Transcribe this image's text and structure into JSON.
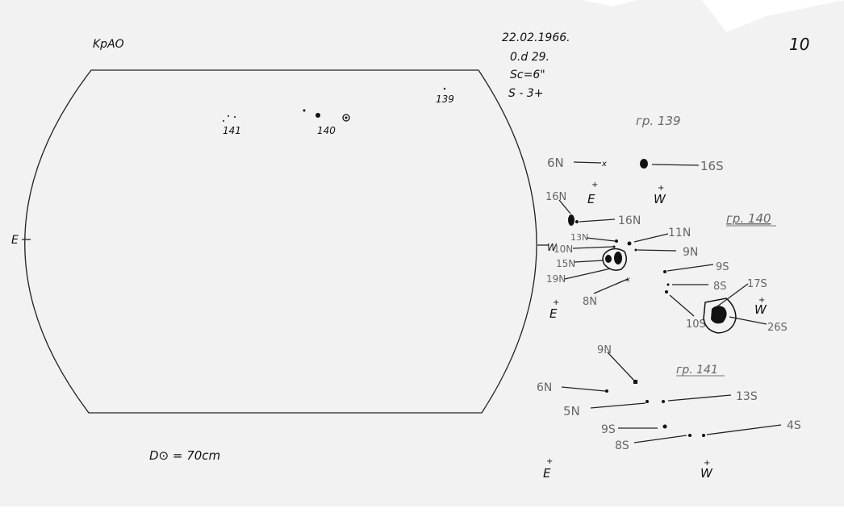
{
  "header": {
    "observatory": "KpAO",
    "date": "22.02.1966.",
    "time": "0.d 29.",
    "seeing": "Sc=6\"",
    "scale": "S - 3+",
    "sheet_number": "10"
  },
  "disk": {
    "east_label": "E",
    "west_label": "W",
    "diameter_note": "D⊙ = 70cm",
    "groups_on_disk": [
      "141",
      "140",
      "139"
    ]
  },
  "group_139": {
    "title": "гр. 139",
    "labels": [
      "6N",
      "16S"
    ],
    "east": "E",
    "west": "W"
  },
  "group_140": {
    "title": "гр. 140",
    "labels": [
      "16N",
      "16N",
      "13N",
      "10N",
      "15N",
      "19N",
      "8N",
      "11N",
      "9N",
      "9S",
      "8S",
      "17S",
      "10S",
      "26S"
    ],
    "east": "E",
    "west": "W"
  },
  "group_141": {
    "title": "гр. 141",
    "labels": [
      "9N",
      "6N",
      "5N",
      "13S",
      "9S",
      "8S",
      "4S"
    ],
    "east": "E",
    "west": "W"
  }
}
